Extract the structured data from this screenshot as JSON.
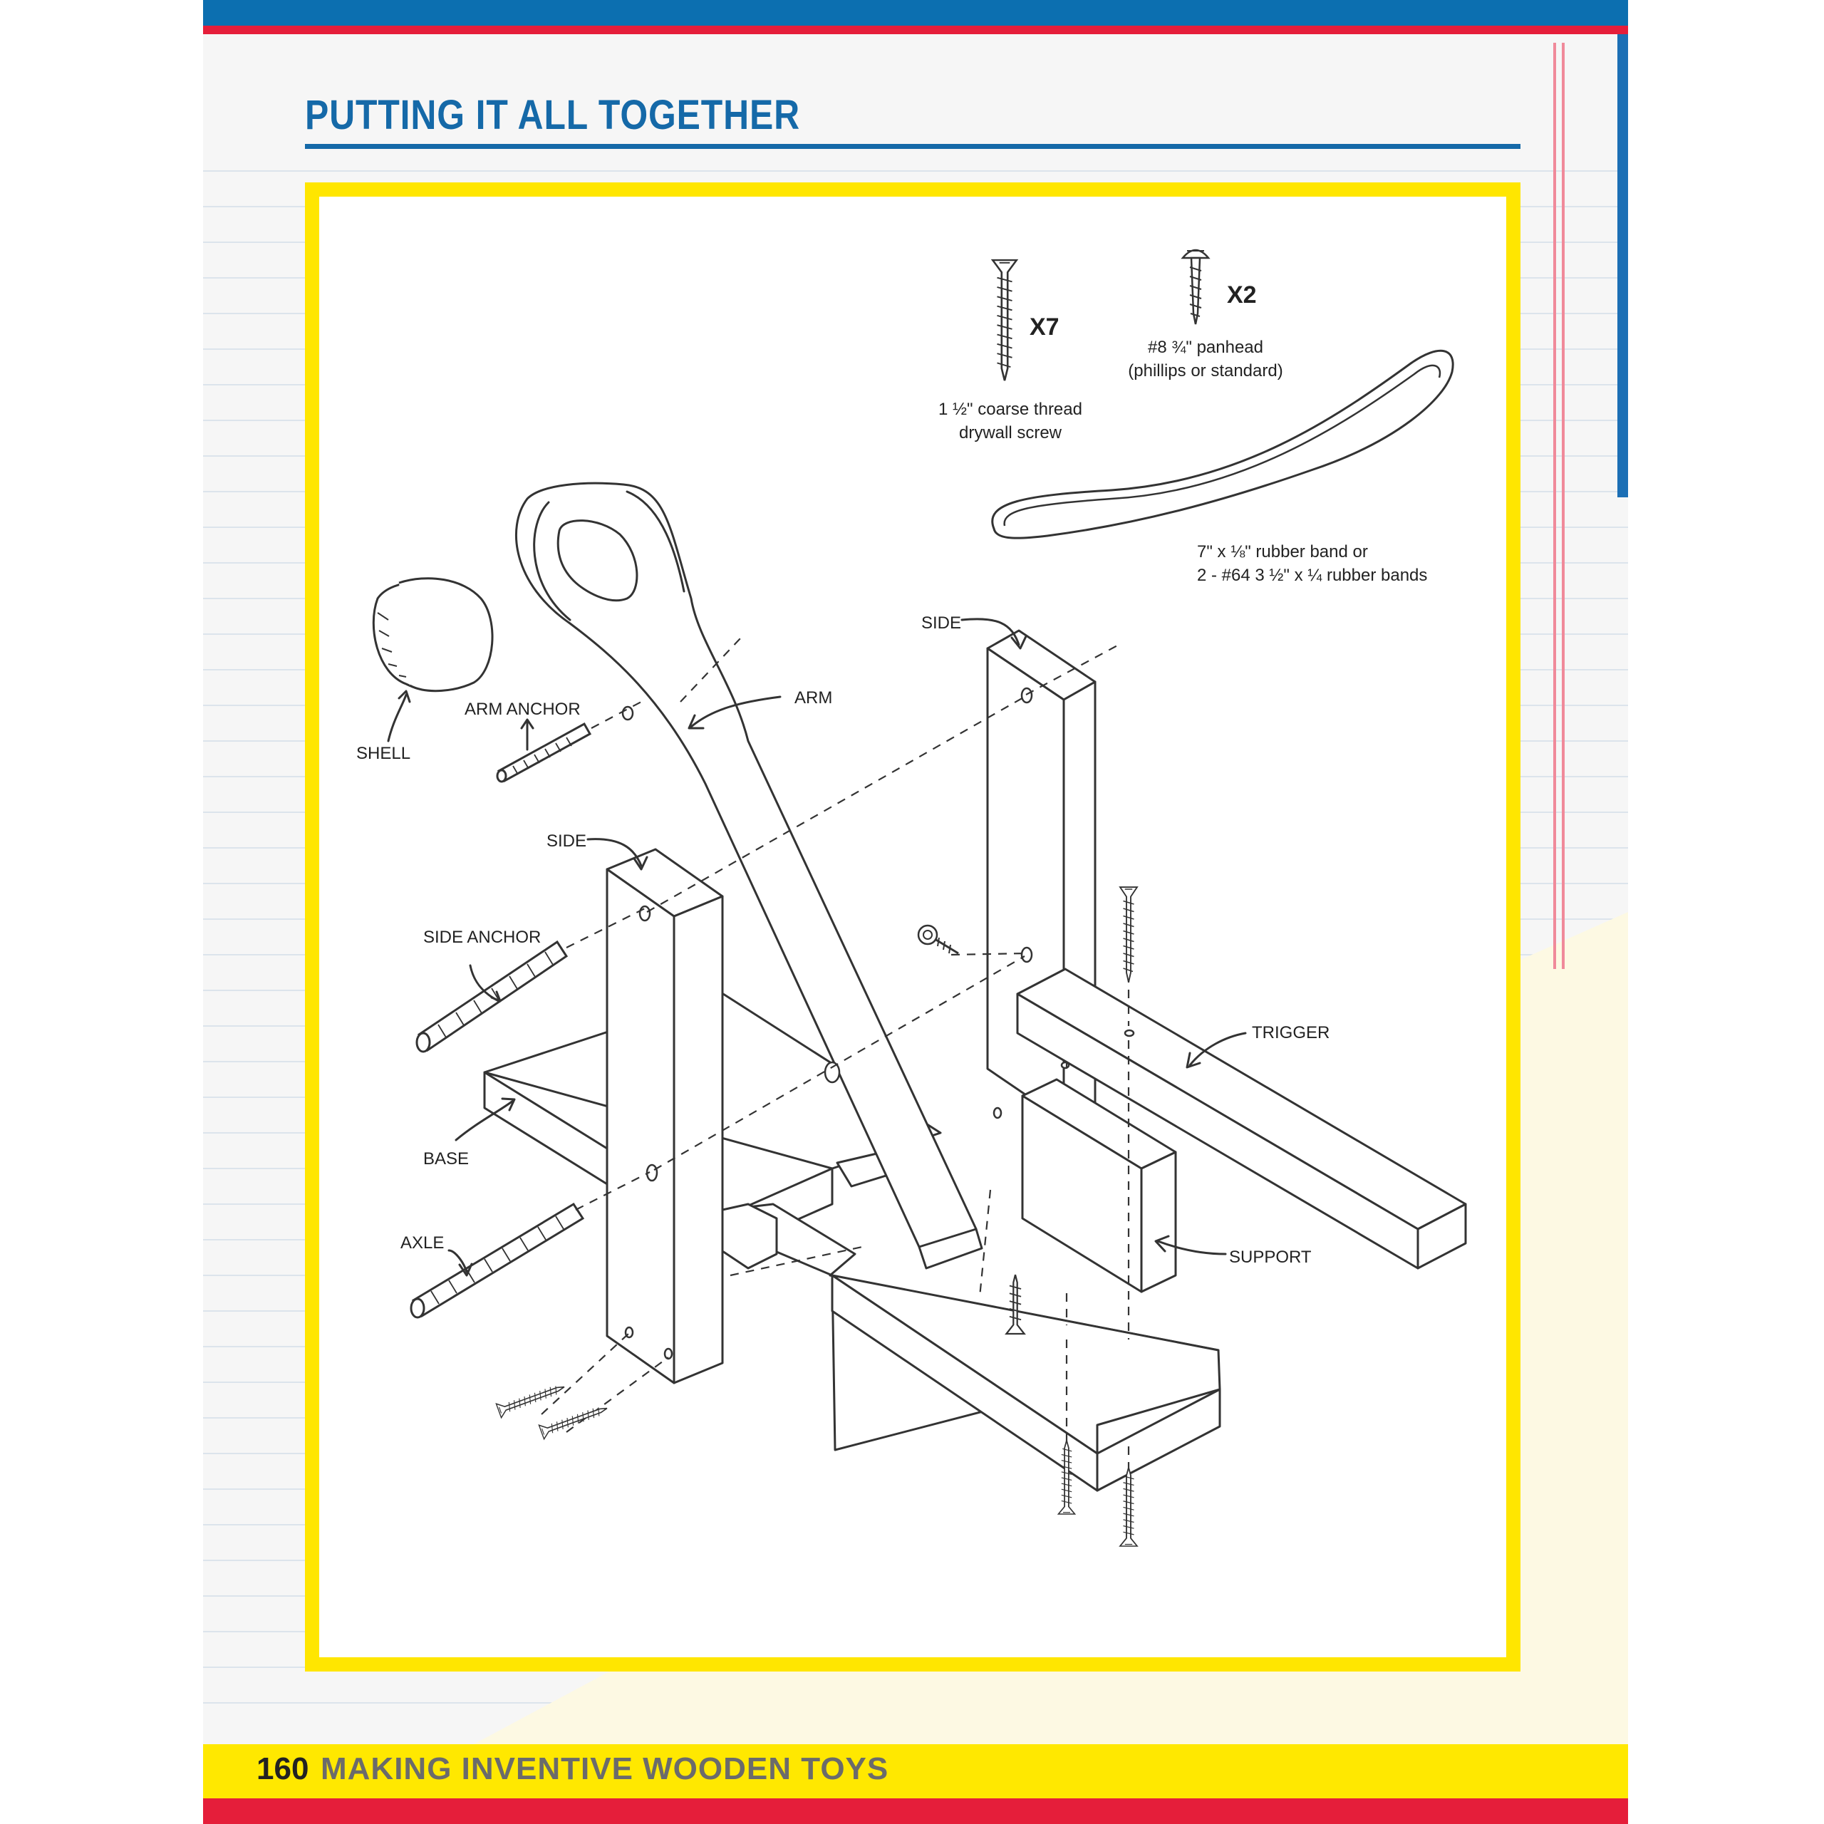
{
  "header": {
    "title": "PUTTING IT ALL TOGETHER"
  },
  "footer": {
    "page_number": "160",
    "book_title": "MAKING INVENTIVE WOODEN TOYS"
  },
  "colors": {
    "blue": "#1569a8",
    "red": "#e51e3a",
    "yellow": "#ffe600",
    "paper": "#f6f6f6"
  },
  "hardware": {
    "drywall": {
      "qty": "X7",
      "line1": "1 ½\" coarse thread",
      "line2": "drywall screw"
    },
    "panhead": {
      "qty": "X2",
      "line1": "#8 ¾\" panhead",
      "line2": "(phillips or standard)"
    },
    "band": {
      "line1": "7\" x ⅛\" rubber band or",
      "line2": "2 - #64 3 ½\" x ¼ rubber bands"
    }
  },
  "parts": {
    "side_right": "SIDE",
    "arm": "ARM",
    "arm_anchor": "ARM ANCHOR",
    "shell": "SHELL",
    "side_left": "SIDE",
    "side_anchor": "SIDE ANCHOR",
    "trigger": "TRIGGER",
    "base": "BASE",
    "axle": "AXLE",
    "support": "SUPPORT"
  }
}
